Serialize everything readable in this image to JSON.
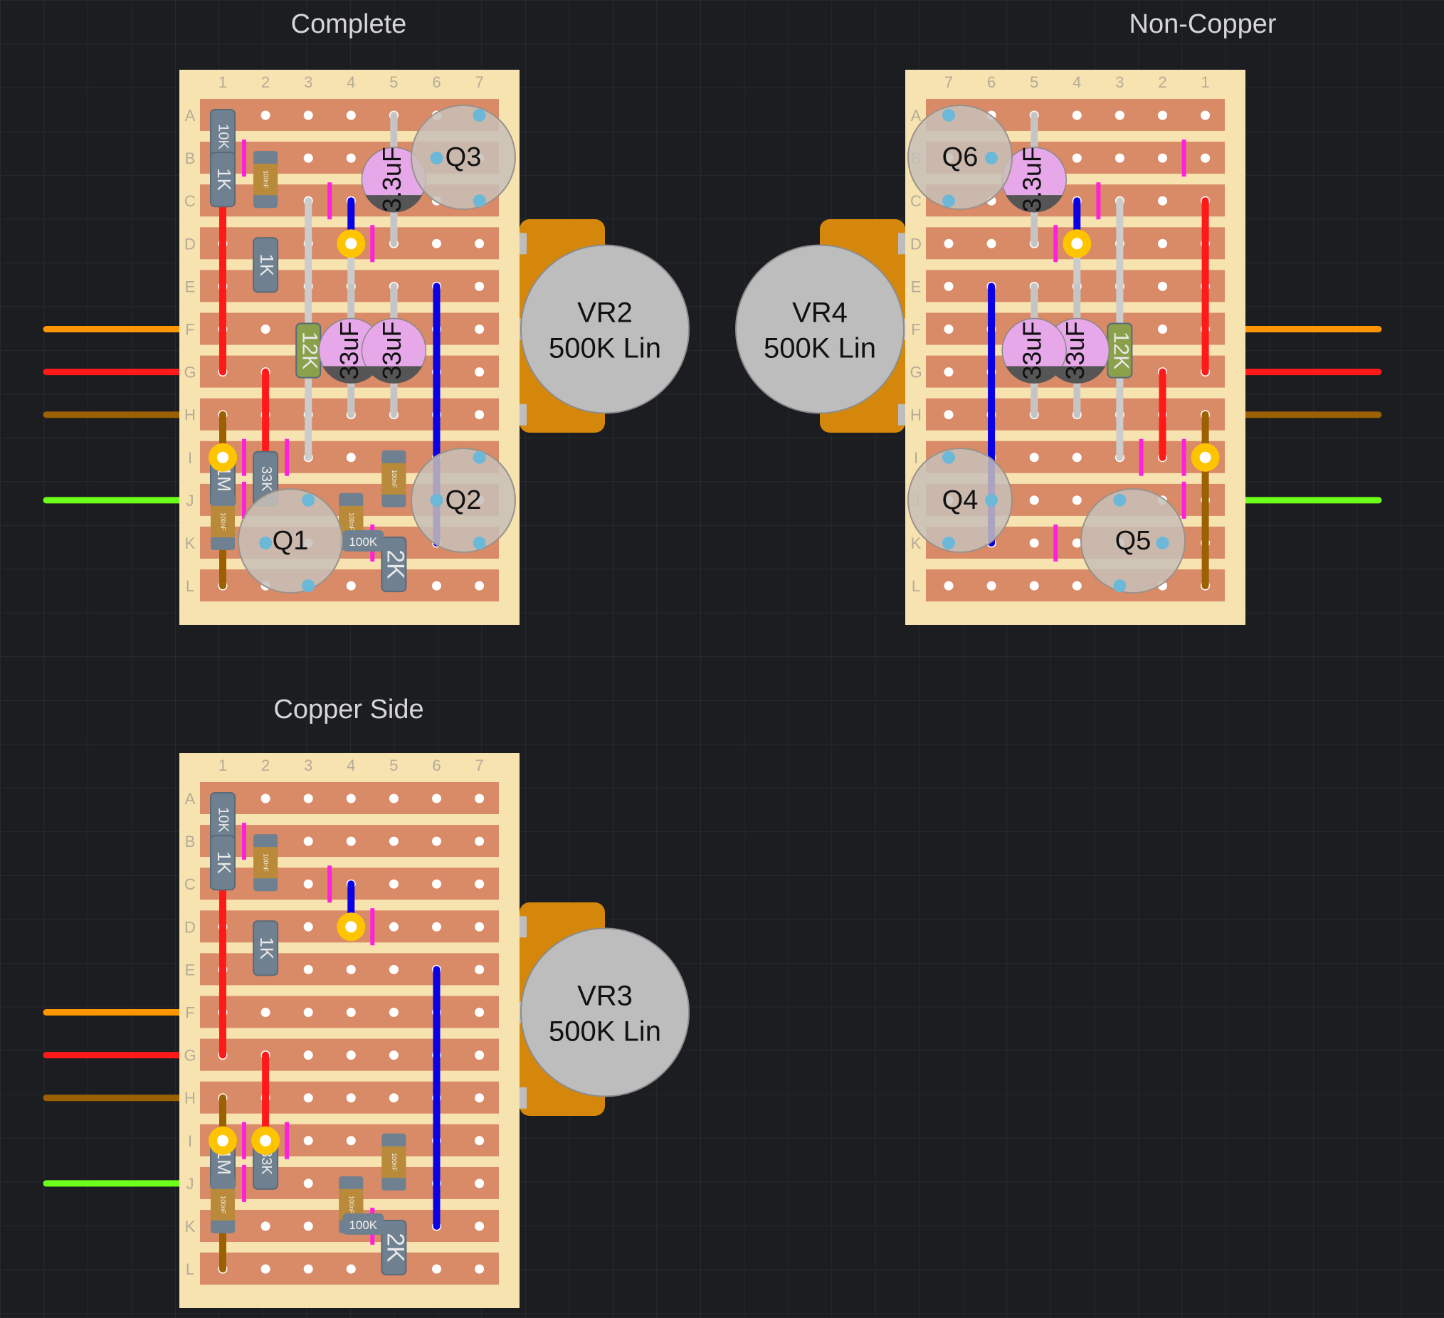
{
  "titles": {
    "complete": "Complete",
    "non_copper": "Non-Copper",
    "copper_side": "Copper Side"
  },
  "columns": [
    "1",
    "2",
    "3",
    "4",
    "5",
    "6",
    "7"
  ],
  "rows": [
    "A",
    "B",
    "C",
    "D",
    "E",
    "F",
    "G",
    "H",
    "I",
    "J",
    "K",
    "L"
  ],
  "pots": [
    {
      "name": "VR2",
      "value": "500K Lin"
    },
    {
      "name": "VR4",
      "value": "500K Lin"
    },
    {
      "name": "VR3",
      "value": "500K Lin"
    }
  ],
  "transistors": {
    "complete": [
      "Q3",
      "Q2",
      "Q1"
    ],
    "non_copper": [
      "Q6",
      "Q4",
      "Q5"
    ]
  },
  "labels": {
    "r10k": "10K",
    "r1k": "1K",
    "r33k": "33K",
    "r1m": "1M",
    "r100k": "100K",
    "r2k": "2K",
    "r12k": "12K",
    "c3u3": "3.3uF",
    "c33u": "33uF",
    "c100n": "100nF"
  },
  "colors": {
    "background": "#1b1d21",
    "grid": "#2c2f34",
    "board": "#f7e3b0",
    "strip": "#d98a67",
    "hole": "#ffffff",
    "pot_body": "#bdbdbd",
    "pot_tab": "#d4870a",
    "wire_orange": "#ff9500",
    "wire_red": "#ff1a1a",
    "wire_brown": "#9b6000",
    "wire_green": "#6bff1a",
    "link_blue": "#0a00e6",
    "link_red": "#ff1a1a",
    "link_grey": "#cccccc",
    "cut_magenta": "#ff22dd",
    "cap_pink": "#e7a8ea",
    "transistor": "#c8c0b8",
    "pad_blue": "#6cb8d8",
    "yellow_ring": "#ffc400"
  }
}
